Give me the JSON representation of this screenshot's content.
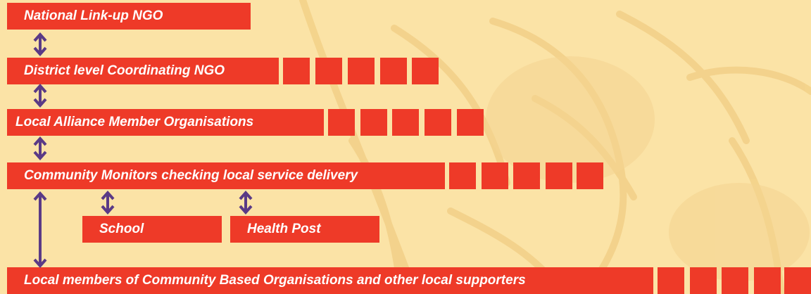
{
  "colors": {
    "background": "#fbe3a6",
    "box": "#ee3a28",
    "arrow": "#5a3a86",
    "text": "#ffffff"
  },
  "levels": {
    "national": "National Link-up NGO",
    "district": "District level Coordinating NGO",
    "local_alliance": "Local Alliance Member Organisations",
    "monitors": "Community Monitors checking local service delivery",
    "school": "School",
    "health_post": "Health Post",
    "local_members": "Local members of Community Based Organisations and other local supporters"
  },
  "arrow_icons": [
    "double-headed-arrow-icon"
  ]
}
